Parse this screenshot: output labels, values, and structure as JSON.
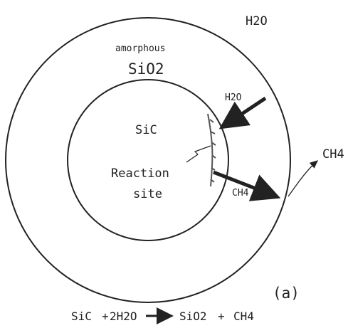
{
  "labels": {
    "outer_medium": "H2O",
    "shell_material_top": "amorphous",
    "shell_material": "SiO2",
    "core_material": "SiC",
    "inward_species": "H2O",
    "outward_species": "CH4",
    "released_species": "CH4",
    "reaction_site_line1": "Reaction",
    "reaction_site_line2": "site",
    "panel_label": "(a)"
  },
  "equation": {
    "reactant1": "SiC",
    "plus1": "+",
    "reactant2": "2H2O",
    "product1": "SiO2",
    "plus2": "+",
    "product2": "CH4"
  }
}
